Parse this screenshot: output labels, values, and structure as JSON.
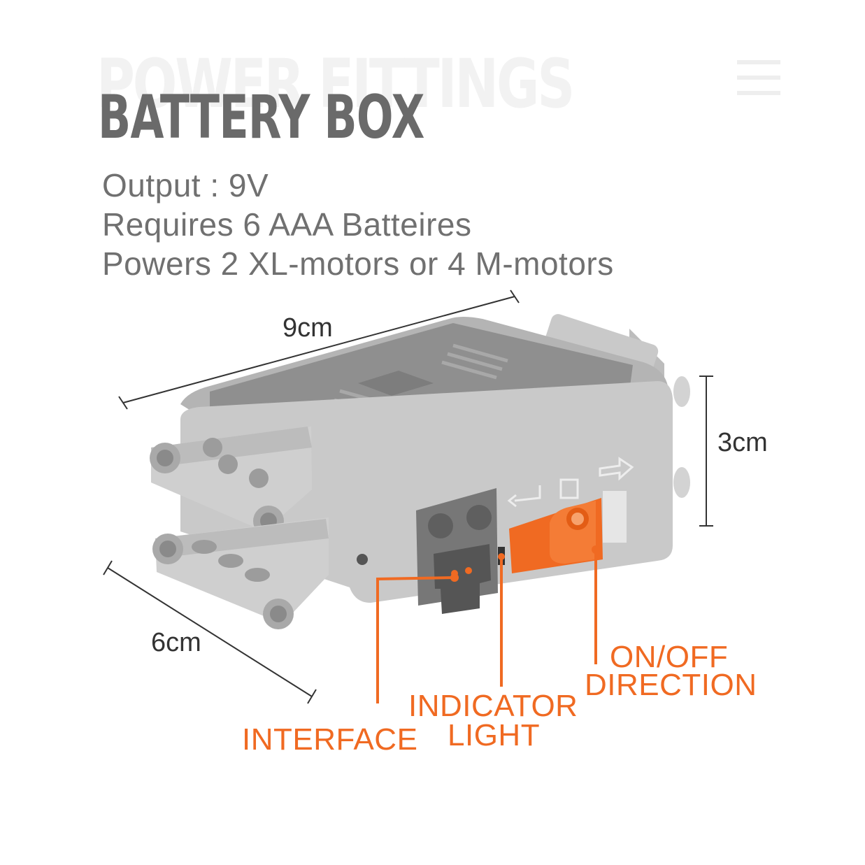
{
  "background_title": "POWER FITTINGS",
  "title": "BATTERY BOX",
  "specs": {
    "output": "Output : 9V",
    "batteries": "Requires 6 AAA Batteires",
    "powers": "Powers 2 XL-motors or 4 M-motors"
  },
  "dimensions": {
    "length": "9cm",
    "height": "3cm",
    "width": "6cm"
  },
  "callouts": {
    "interface": "INTERFACE",
    "indicator_line1": "INDICATOR",
    "indicator_line2": "LIGHT",
    "onoff_line1": "ON/OFF",
    "onoff_line2": "DIRECTION"
  },
  "colors": {
    "accent": "#f06a22",
    "body_gray": "#c8c8c8",
    "dark_gray": "#6a6a6a"
  },
  "icons": [
    "menu-icon"
  ]
}
